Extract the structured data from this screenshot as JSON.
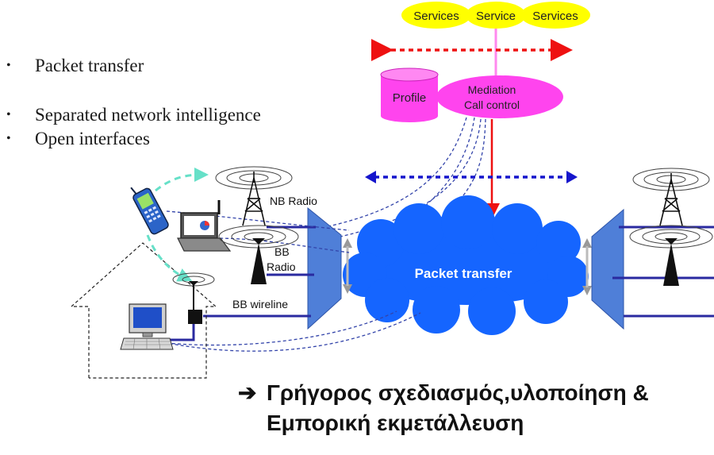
{
  "bullets": [
    "Packet transfer",
    "Separated network  intelligence",
    "Open interfaces"
  ],
  "bullet_symbol": "•",
  "services": [
    "Services",
    "Service",
    "Services"
  ],
  "profile_label": "Profile",
  "mediation_lines": [
    "Mediation",
    "Call control"
  ],
  "cloud_label": "Packet transfer",
  "labels": {
    "nb_radio": "NB Radio",
    "bb_radio_1": "BB",
    "bb_radio_2": "Radio",
    "bb_wireline": "BB wireline"
  },
  "conclusion": {
    "arrow": "➔",
    "line1": "Γρήγορος σχεδιασμός,υλοποίηση &",
    "line2": "Εμπορική εκμετάλλευση"
  },
  "colors": {
    "services_fill": "#ffff00",
    "magenta": "#ff44ee",
    "cloud": "#1565ff",
    "red_arrow": "#ee1111",
    "blue_arrow": "#1515cc",
    "gateway": "#4f7fd8",
    "link": "#2a2aa0"
  },
  "icons": [
    "phone-icon",
    "laptop-icon",
    "desktop-computer-icon",
    "radio-tower-icon",
    "antenna-icon",
    "house-outline-icon"
  ]
}
